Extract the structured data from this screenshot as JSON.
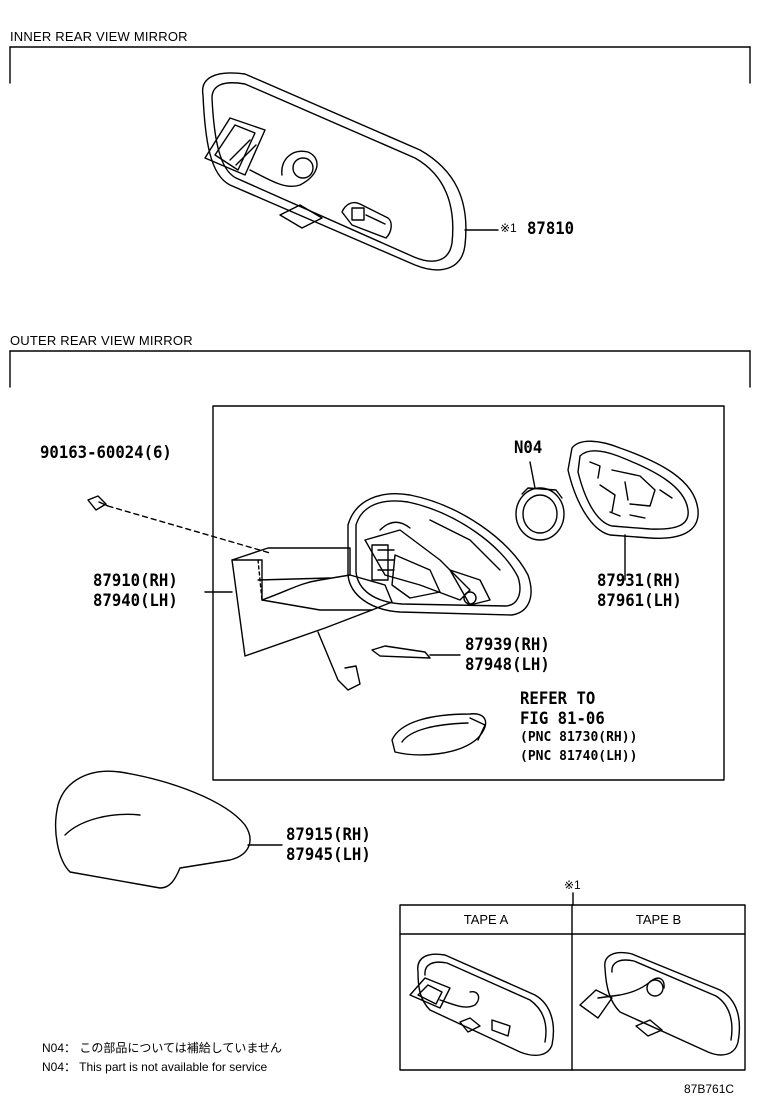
{
  "sections": {
    "inner_title": "INNER REAR VIEW MIRROR",
    "outer_title": "OUTER REAR VIEW MIRROR"
  },
  "inner": {
    "part_mark": "※1",
    "part_number": "87810"
  },
  "outer": {
    "bolt": "90163-60024(6)",
    "n04": "N04",
    "p87910": "87910(RH)",
    "p87940": "87940(LH)",
    "p87931": "87931(RH)",
    "p87961": "87961(LH)",
    "p87939": "87939(RH)",
    "p87948": "87948(LH)",
    "refer_line1": "REFER TO",
    "refer_line2": "FIG 81-06",
    "refer_line3": "(PNC 81730(RH))",
    "refer_line4": "(PNC 81740(LH))",
    "p87915": "87915(RH)",
    "p87945": "87945(LH)"
  },
  "tape_table": {
    "mark": "※1",
    "col_a": "TAPE A",
    "col_b": "TAPE B"
  },
  "notes": {
    "jp_prefix": "N04：",
    "jp_text": "この部品については補給していません",
    "en_prefix": "N04：",
    "en_text": "This part is not available for service"
  },
  "figure_code": "87B761C"
}
